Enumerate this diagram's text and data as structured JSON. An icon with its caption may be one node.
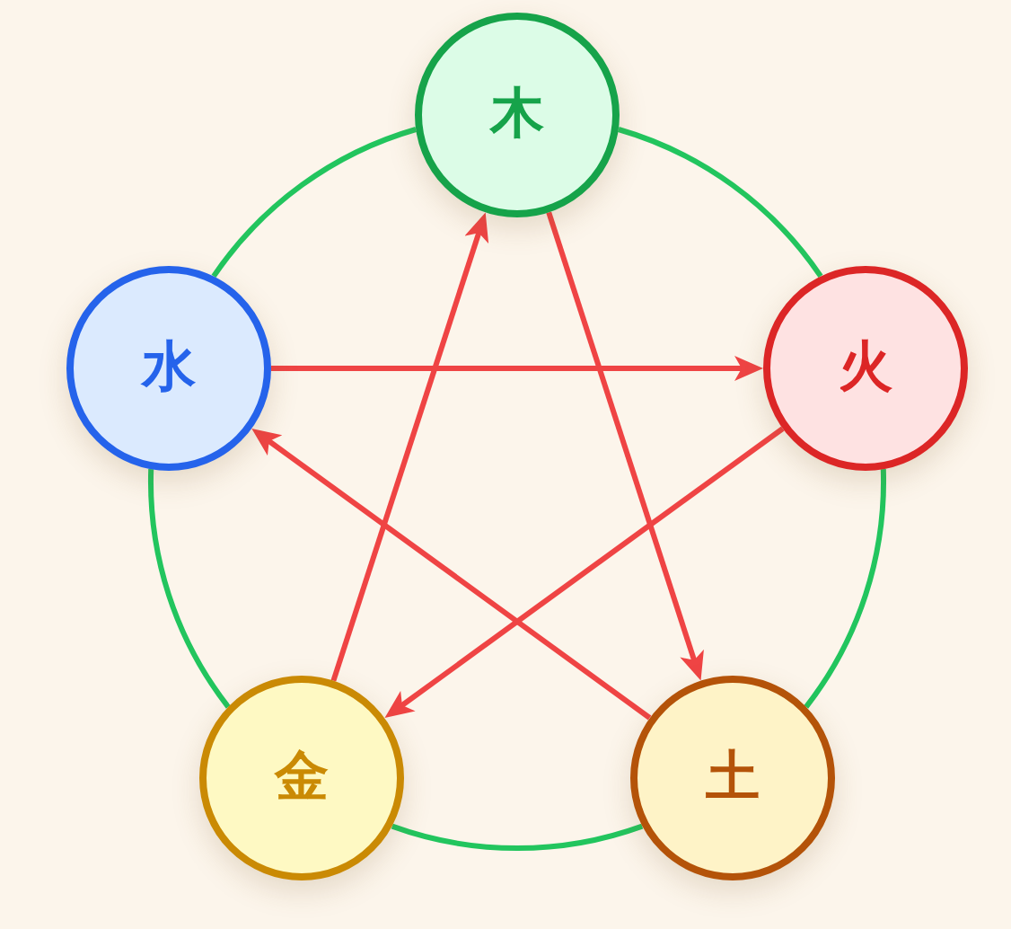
{
  "diagram": {
    "nodes": [
      {
        "text": [
          "木"
        ]
      },
      {
        "text": [
          "水"
        ]
      },
      {
        "text": [
          "火"
        ]
      },
      {
        "text": [
          "金"
        ]
      },
      {
        "text": [
          "土"
        ]
      }
    ],
    "edges": [
      {
        "from": 0,
        "to": 2,
        "arrow": "none",
        "color": "#22c55e"
      },
      {
        "from": 2,
        "to": 4,
        "arrow": "none",
        "color": "#22c55e"
      },
      {
        "from": 4,
        "to": 3,
        "arrow": "none",
        "color": "#22c55e"
      },
      {
        "from": 3,
        "to": 1,
        "arrow": "none",
        "color": "#22c55e"
      },
      {
        "from": 1,
        "to": 0,
        "arrow": "none",
        "color": "#22c55e"
      },
      {
        "from": 0,
        "to": 4,
        "arrow": "to",
        "color": "#ef4444"
      },
      {
        "from": 4,
        "to": 1,
        "arrow": "to",
        "color": "#ef4444"
      },
      {
        "from": 1,
        "to": 2,
        "arrow": "to",
        "color": "#ef4444"
      },
      {
        "from": 2,
        "to": 3,
        "arrow": "to",
        "color": "#ef4444"
      },
      {
        "from": 3,
        "to": 0,
        "arrow": "to",
        "color": "#ef4444"
      }
    ]
  }
}
